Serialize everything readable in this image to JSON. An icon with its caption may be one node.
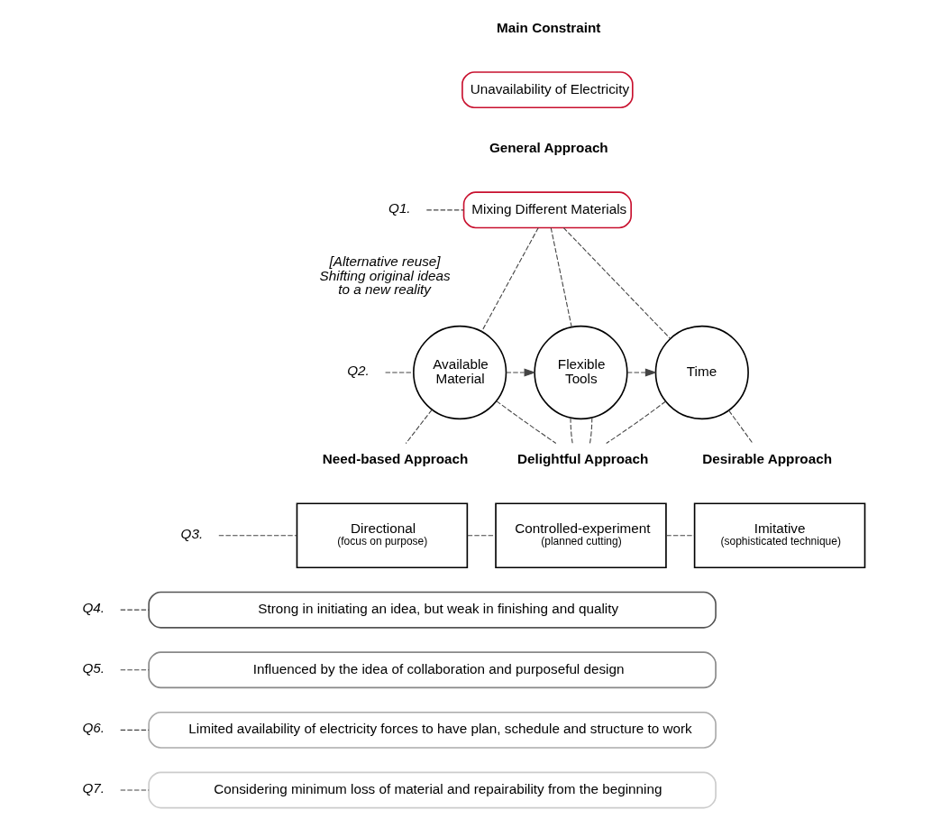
{
  "diagram": {
    "nodes": [
      {
        "text": [
          "Unavailability of Electricity"
        ]
      },
      {
        "text": [
          "Q1."
        ]
      },
      {
        "text": [
          "Mixing Different Materials"
        ]
      },
      {
        "text": [
          "Q2."
        ]
      },
      {
        "text": [
          "Available Material"
        ]
      },
      {
        "text": [
          "Flexible Tools"
        ]
      },
      {
        "text": [
          "Time"
        ]
      },
      {
        "text": [
          "Need-based Approach"
        ]
      },
      {
        "text": [
          "Delightful Approach"
        ]
      },
      {
        "text": [
          "Desirable Approach"
        ]
      },
      {
        "text": [
          "Q3."
        ]
      },
      {
        "text": [
          "Directional",
          "(focus on purpose)"
        ]
      },
      {
        "text": [
          "Controlled-experiment",
          "(planned cutting)"
        ]
      },
      {
        "text": [
          "Imitative",
          "(sophisticated technique)"
        ]
      },
      {
        "text": [
          "Q4."
        ]
      },
      {
        "text": [
          "Strong in initiating an idea, but weak in finishing and quality"
        ]
      },
      {
        "text": [
          "Q5."
        ]
      },
      {
        "text": [
          "Influenced by the idea of collaboration and purposeful design"
        ]
      },
      {
        "text": [
          "Q6."
        ]
      },
      {
        "text": [
          "Limited availability of electricity forces to have plan, schedule and structure to work"
        ]
      },
      {
        "text": [
          "Q7."
        ]
      },
      {
        "text": [
          "Considering minimum loss of material and repairability from the beginning"
        ]
      }
    ],
    "edges": [
      {
        "from": 1,
        "to": 2,
        "arrow": "none",
        "style": "dashed"
      },
      {
        "from": 2,
        "to": 4,
        "arrow": "none",
        "style": "dashed"
      },
      {
        "from": 2,
        "to": 5,
        "arrow": "none",
        "style": "dashed"
      },
      {
        "from": 2,
        "to": 6,
        "arrow": "none",
        "style": "dashed"
      },
      {
        "from": 3,
        "to": 4,
        "arrow": "none",
        "style": "dashed"
      },
      {
        "from": 4,
        "to": 5,
        "arrow": "to",
        "style": "dashed"
      },
      {
        "from": 5,
        "to": 6,
        "arrow": "to",
        "style": "dashed"
      },
      {
        "from": 4,
        "to": 7,
        "arrow": "none",
        "style": "dashed"
      },
      {
        "from": 4,
        "to": 8,
        "arrow": "none",
        "style": "dashed"
      },
      {
        "from": 5,
        "to": 8,
        "arrow": "none",
        "style": "dashed"
      },
      {
        "from": 5,
        "to": 8,
        "arrow": "none",
        "style": "dashed"
      },
      {
        "from": 6,
        "to": 8,
        "arrow": "none",
        "style": "dashed"
      },
      {
        "from": 6,
        "to": 9,
        "arrow": "none",
        "style": "dashed"
      },
      {
        "from": 10,
        "to": 11,
        "arrow": "none",
        "style": "dashed"
      },
      {
        "from": 11,
        "to": 12,
        "arrow": "none",
        "style": "dashed"
      },
      {
        "from": 12,
        "to": 13,
        "arrow": "none",
        "style": "dashed"
      },
      {
        "from": 14,
        "to": 15,
        "arrow": "none",
        "style": "dashed"
      },
      {
        "from": 16,
        "to": 17,
        "arrow": "none",
        "style": "dashed"
      },
      {
        "from": 18,
        "to": 19,
        "arrow": "none",
        "style": "dashed"
      },
      {
        "from": 20,
        "to": 21,
        "arrow": "none",
        "style": "dashed"
      }
    ],
    "labels": [
      "Main Constraint",
      "General Approach",
      "[Alternative reuse] Shifting original ideas to a new reality"
    ]
  }
}
